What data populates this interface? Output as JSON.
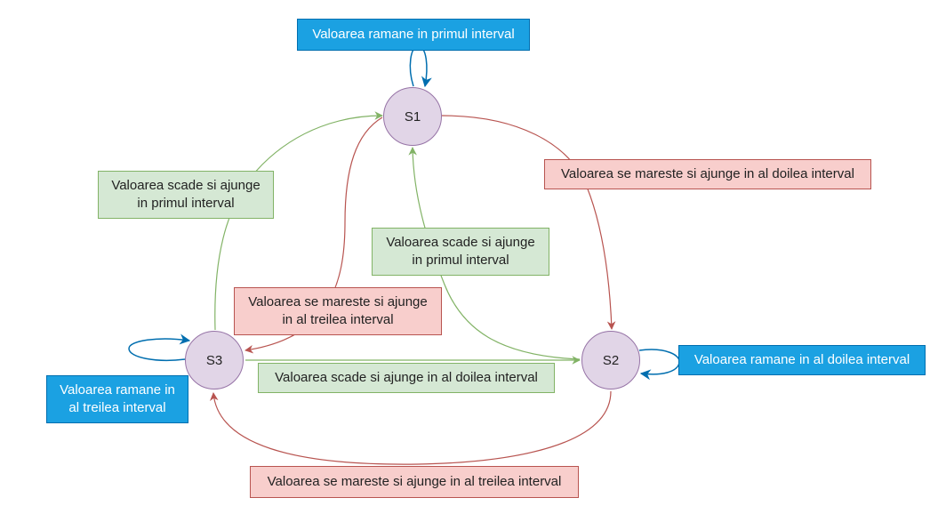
{
  "states": {
    "s1": "S1",
    "s2": "S2",
    "s3": "S3"
  },
  "labels": {
    "s1_self": "Valoarea ramane in primul interval",
    "s1_to_s2": "Valoarea se mareste si ajunge in al doilea interval",
    "s3_to_s1": "Valoarea scade si ajunge in primul interval",
    "s2_to_s1": "Valoarea scade si ajunge in primul interval",
    "s1_to_s3": "Valoarea se mareste si ajunge in al treilea interval",
    "s2_self": "Valoarea ramane in al doilea interval",
    "s3_to_s2": "Valoarea scade si ajunge in al doilea interval",
    "s3_self": "Valoarea ramane in al treilea interval",
    "s2_to_s3": "Valoarea se mareste si ajunge in al treilea interval"
  },
  "colors": {
    "blue_fill": "#1ba1e2",
    "blue_line": "#006eaf",
    "red_fill": "#f8cecc",
    "red_line": "#b85450",
    "green_fill": "#d5e8d4",
    "green_line": "#82b366",
    "state_fill": "#e1d5e7",
    "state_line": "#9673a6"
  }
}
